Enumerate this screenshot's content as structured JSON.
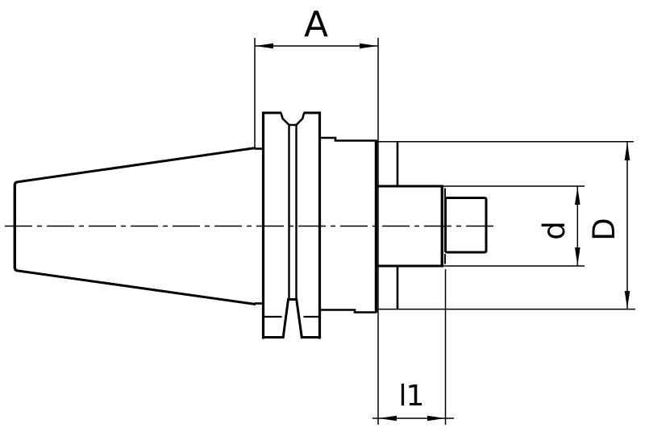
{
  "labels": {
    "a": "A",
    "l1": "l1",
    "d_small": "d",
    "d_large": "D"
  },
  "colors": {
    "line": "#000000",
    "background": "#ffffff"
  }
}
